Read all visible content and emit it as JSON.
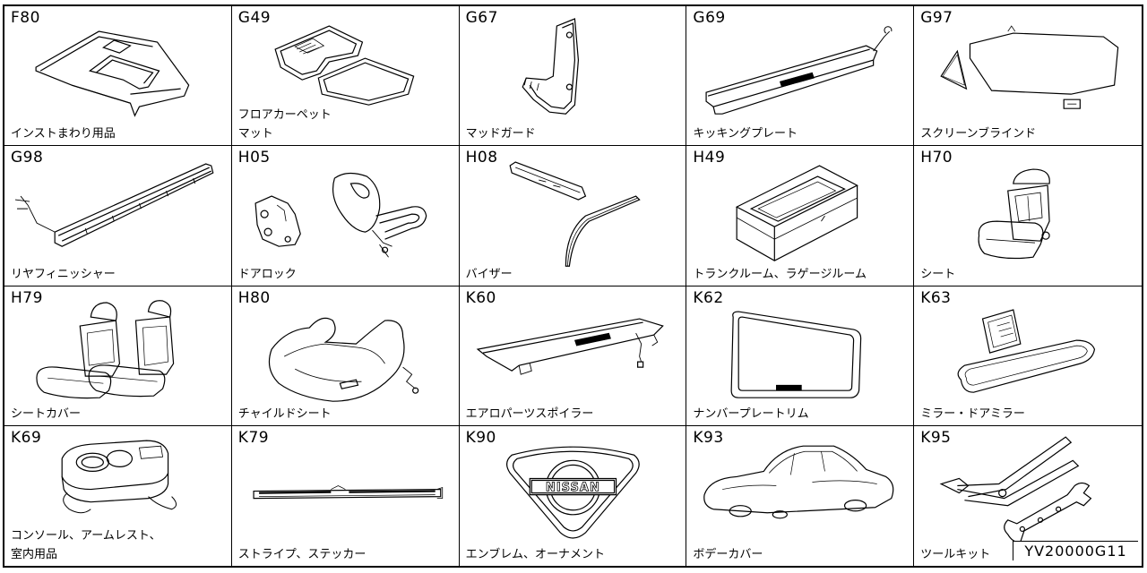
{
  "catalog": {
    "reference": "YV20000G11",
    "cells": [
      {
        "code": "F80",
        "icon": "instrument-panel-trim-icon",
        "lines": [
          "インストまわり用品"
        ]
      },
      {
        "code": "G49",
        "icon": "floor-carpet-mat-icon",
        "lines": [
          "フロアカーペット",
          "マット"
        ]
      },
      {
        "code": "G67",
        "icon": "mud-guard-icon",
        "lines": [
          "マッドガード"
        ]
      },
      {
        "code": "G69",
        "icon": "kicking-plate-icon",
        "lines": [
          "キッキングプレート"
        ]
      },
      {
        "code": "G97",
        "icon": "screen-blind-icon",
        "lines": [
          "スクリーンブラインド"
        ]
      },
      {
        "code": "G98",
        "icon": "rear-finisher-icon",
        "lines": [
          "リヤフィニッシャー"
        ]
      },
      {
        "code": "H05",
        "icon": "door-lock-icon",
        "lines": [
          "ドアロック"
        ]
      },
      {
        "code": "H08",
        "icon": "visor-icon",
        "lines": [
          "バイザー"
        ]
      },
      {
        "code": "H49",
        "icon": "trunk-room-box-icon",
        "lines": [
          "トランクルーム、ラゲージルーム"
        ]
      },
      {
        "code": "H70",
        "icon": "seat-icon",
        "lines": [
          "シート"
        ]
      },
      {
        "code": "H79",
        "icon": "seat-cover-icon",
        "lines": [
          "シートカバー"
        ]
      },
      {
        "code": "H80",
        "icon": "child-seat-icon",
        "lines": [
          "チャイルドシート"
        ]
      },
      {
        "code": "K60",
        "icon": "aero-spoiler-icon",
        "lines": [
          "エアロパーツスポイラー"
        ]
      },
      {
        "code": "K62",
        "icon": "number-plate-trim-icon",
        "lines": [
          "ナンバープレートリム"
        ]
      },
      {
        "code": "K63",
        "icon": "mirror-icon",
        "lines": [
          "ミラー・ドアミラー"
        ]
      },
      {
        "code": "K69",
        "icon": "console-armrest-icon",
        "lines": [
          "コンソール、アームレスト、",
          "室内用品"
        ]
      },
      {
        "code": "K79",
        "icon": "stripe-sticker-icon",
        "lines": [
          "ストライプ、ステッカー"
        ]
      },
      {
        "code": "K90",
        "icon": "emblem-icon",
        "lines": [
          "エンブレム、オーナメント"
        ],
        "emblem_text": "NISSAN"
      },
      {
        "code": "K93",
        "icon": "body-cover-icon",
        "lines": [
          "ボデーカバー"
        ]
      },
      {
        "code": "K95",
        "icon": "tool-kit-icon",
        "lines": [
          "ツールキット"
        ]
      }
    ]
  }
}
